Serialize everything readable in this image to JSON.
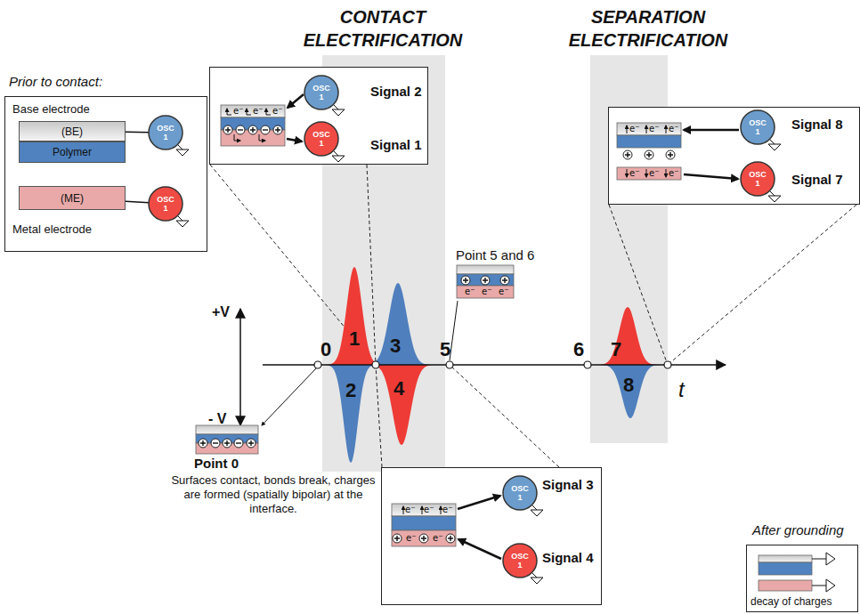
{
  "diagram": {
    "nodes": [
      {
        "text": [
          "Prior to contact:",
          "Base electrode",
          "Metal electrode"
        ]
      },
      {
        "text": [
          "(BE)"
        ],
        "in": 0
      },
      {
        "text": [
          "Polymer"
        ],
        "in": 0
      },
      {
        "text": [
          "OSC 1"
        ],
        "in": 0
      },
      {
        "text": [
          "(ME)"
        ],
        "in": 0
      },
      {
        "text": [
          "OSC 1"
        ],
        "in": 0
      },
      {
        "text": [
          "Signal 2",
          "Signal 1"
        ]
      },
      {
        "text": [
          "OSC 1"
        ],
        "in": 6
      },
      {
        "text": [
          "OSC 1"
        ],
        "in": 6
      },
      {
        "text": [
          "Signal 8",
          "Signal 7"
        ]
      },
      {
        "text": [
          "OSC 1"
        ],
        "in": 9
      },
      {
        "text": [
          "OSC 1"
        ],
        "in": 9
      },
      {
        "text": [
          "Signal 3",
          "Signal 4"
        ]
      },
      {
        "text": [
          "OSC 1"
        ],
        "in": 12
      },
      {
        "text": [
          "OSC 1"
        ],
        "in": 12
      },
      {
        "text": [
          "After grounding",
          "decay of charges"
        ]
      }
    ],
    "edges": [
      {
        "from": 1,
        "to": 3,
        "arrow": "none"
      },
      {
        "from": 4,
        "to": 5,
        "arrow": "none"
      }
    ],
    "labels": [
      "CONTACT ELECTRIFICATION",
      "SEPARATION ELECTRIFICATION",
      "+V",
      "- V",
      "t",
      "0",
      "1",
      "2",
      "3",
      "4",
      "5",
      "6",
      "7",
      "8",
      "Point 5 and 6",
      "Point 0",
      "Surfaces contact, bonds break, charges are formed (spatially bipolar) at the interface.",
      "e⁻",
      "e⁻",
      "e⁻",
      "e⁻",
      "e⁻",
      "e⁻",
      "e⁻",
      "e⁻",
      "e⁻",
      "e⁻",
      "e⁻",
      "e⁻",
      "e⁻",
      "e⁻",
      "e⁻",
      "e⁻",
      "e⁻"
    ]
  }
}
